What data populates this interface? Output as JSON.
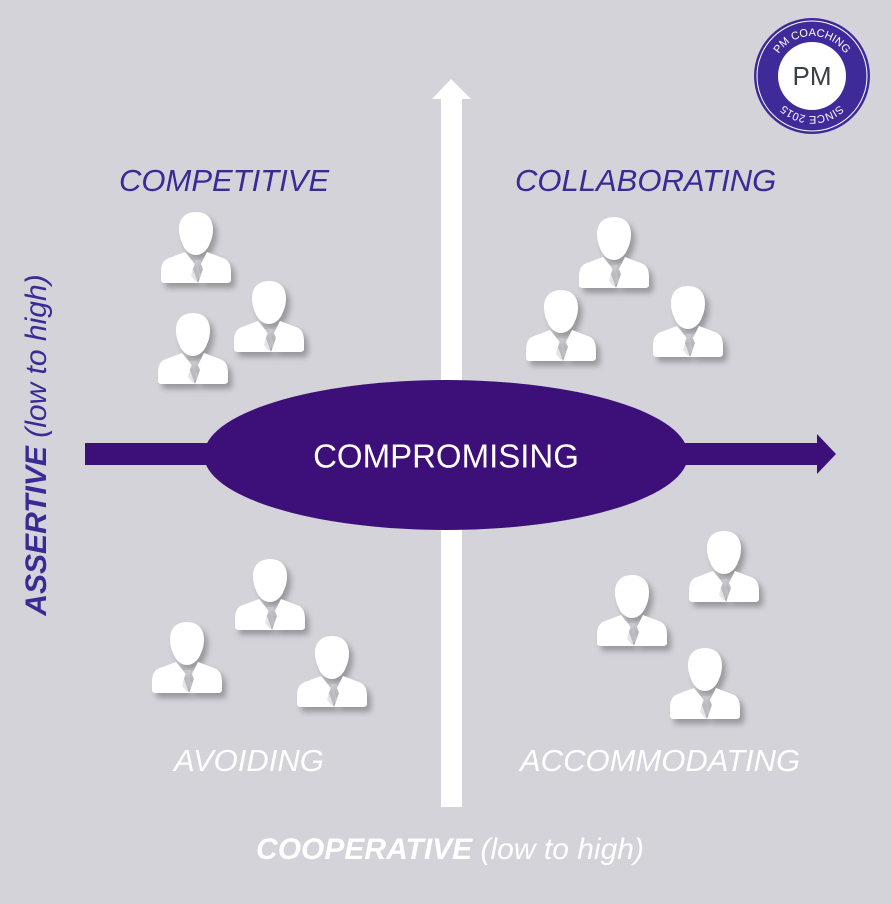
{
  "logo": {
    "initials": "PM",
    "top_text": "PM COACHING",
    "bottom_text": "SINCE 2015",
    "ring_color": "#3f2a9a"
  },
  "center": {
    "label": "COMPROMISING",
    "color": "#3d0f78"
  },
  "axes": {
    "vertical": {
      "strong": "ASSERTIVE",
      "weak": " (low to high)"
    },
    "horizontal": {
      "strong": "COOPERATIVE",
      "weak": " (low to high)"
    }
  },
  "quadrants": [
    {
      "id": "competitive",
      "label": "COMPETITIVE",
      "position": "top-left",
      "people": 3
    },
    {
      "id": "collaborating",
      "label": "COLLABORATING",
      "position": "top-right",
      "people": 3
    },
    {
      "id": "avoiding",
      "label": "AVOIDING",
      "position": "bottom-left",
      "people": 3
    },
    {
      "id": "accommodating",
      "label": "ACCOMMODATING",
      "position": "bottom-right",
      "people": 3
    }
  ],
  "colors": {
    "background": "#d3d3d9",
    "accent_purple": "#3a2a95",
    "dark_purple": "#3d0f78",
    "white": "#ffffff"
  }
}
